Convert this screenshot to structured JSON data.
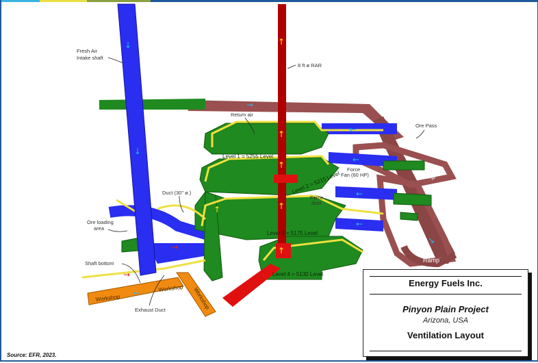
{
  "colors": {
    "intake": "#2a2ef0",
    "return": "#b00000",
    "level": "#1f8a1f",
    "duct": "#f0e040",
    "orepass": "#9a5050",
    "workshop": "#f08a10",
    "arrow_cyan": "#29b6f0",
    "arrow_yellow": "#ffee00",
    "arrow_red": "#e02020",
    "frame": "#1f5a9a"
  },
  "labels": {
    "fresh_air_1": "Fresh Air",
    "fresh_air_2": "Intake shaft",
    "rar": "8 ft ø RAR",
    "return_air": "Return air",
    "ore_pass": "Ore Pass",
    "level1": "Level 1 = 5255 Level",
    "level2": "Level 2 = 5215 Level",
    "level3": "Level 3 = 5175 Level",
    "level4": "Level 4 = 5130 Level",
    "force_fan_1": "Force",
    "force_fan_2": "Fan (60 HP)",
    "force_duct_1": "Force",
    "force_duct_2": "duct",
    "ramp_upper": "Ramp",
    "ramp_lower": "Ramp",
    "duct": "Duct (30\" ø.)",
    "ore_loading_1": "Ore loading",
    "ore_loading_2": "area",
    "shaft_bottom": "Shaft bottom",
    "workshop_left": "Workshop",
    "workshop_mid": "Workshop",
    "workshop_right": "Workshop",
    "exhaust_duct": "Exhaust Duct"
  },
  "title_box": {
    "company": "Energy Fuels Inc.",
    "project": "Pinyon Plain Project",
    "location": "Arizona, USA",
    "subject": "Ventilation Layout"
  },
  "source": "Source:  EFR, 2023."
}
